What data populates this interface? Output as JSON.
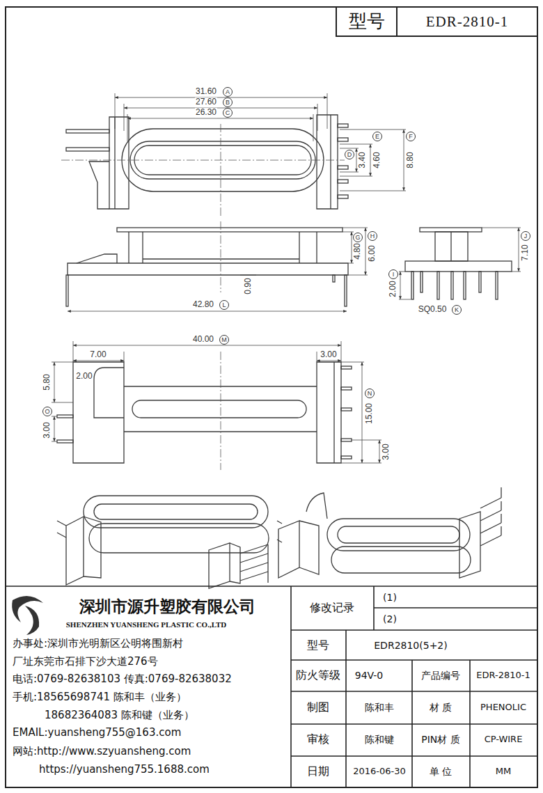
{
  "diagram": {
    "labels": [
      "型号",
      "EDR-2810-1",
      "31.60",
      "A",
      "27.60",
      "B",
      "26.30",
      "C",
      "D",
      "3.40",
      "E",
      "4.60",
      "F",
      "8.80",
      "G",
      "4.80",
      "H",
      "6.00",
      "0.90",
      "42.80",
      "L",
      "J",
      "7.10",
      "I",
      "2.00",
      "SQ0.50",
      "K",
      "40.00",
      "M",
      "7.00",
      "3.00",
      "5.80",
      "2.00",
      "O",
      "3.00",
      "N",
      "15.00",
      "3.00",
      "深圳市源升塑胶有限公司",
      "SHENZHEN YUANSHENG PLASTIC CO.,LTD",
      "办事处:深圳市光明新区公明将围新村",
      "厂址东莞市石排下沙大道276号",
      "电话:0769-82638103 传真:0769-82638032",
      "手机:18565698741 陈和丰（业务）",
      "18682364083 陈和键（业务）",
      "EMAIL:yuansheng755@163.com",
      "网站:http://www.szyuansheng.com",
      "https://yuansheng755.1688.com",
      "修改记录",
      "(1)",
      "(2)",
      "型号",
      "EDR2810(5+2)",
      "防火等级",
      "94V-0",
      "产品编号",
      "EDR-2810-1",
      "制图",
      "陈和丰",
      "材 质",
      "PHENOLIC",
      "审核",
      "陈和键",
      "PIN材 质",
      "CP-WIRE",
      "日期",
      "2016-06-30",
      "单 位",
      "MM"
    ]
  }
}
